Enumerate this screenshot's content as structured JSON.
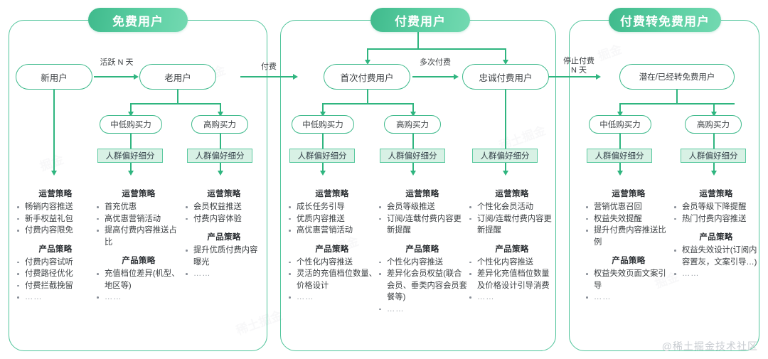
{
  "watermark": "@稀土掘金技术社区",
  "bg_watermarks": [
    "掘金",
    "稀土掘金",
    "掘金",
    "稀土掘金",
    "掘金",
    "稀土掘金",
    "掘金"
  ],
  "edge_labels": {
    "active_n_days": "活跃 N 天",
    "pay": "付费",
    "multi_pay": "多次付费",
    "stop_pay_n_days": "停止付费\nN 天"
  },
  "segment_tag": "人群偏好细分",
  "section_titles": {
    "operations": "运营策略",
    "product": "产品策略"
  },
  "panels": [
    {
      "id": "free-users",
      "title": "免费用户",
      "nodes": {
        "new_user": "新用户",
        "old_user": "老用户",
        "mid_low_power": "中低购买力",
        "high_power": "高购买力"
      },
      "columns": [
        {
          "name": "new-user-strategy",
          "operations": [
            "畅销内容推送",
            "新手权益礼包",
            "付费内容限免"
          ],
          "product": [
            "付费内容试听",
            "付费路径优化",
            "付费拦截挽留",
            "……"
          ]
        },
        {
          "name": "mid-low-power-strategy",
          "operations": [
            "首充优惠",
            "高优惠营销活动",
            "提高付费内容推送占比"
          ],
          "product": [
            "充值档位差异(机型、地区等)",
            "……"
          ]
        },
        {
          "name": "high-power-strategy",
          "operations": [
            "会员权益推送",
            "付费内容体验"
          ],
          "product": [
            "提升优质付费内容曝光",
            "……"
          ]
        }
      ]
    },
    {
      "id": "paid-users",
      "title": "付费用户",
      "nodes": {
        "first_pay_user": "首次付费用户",
        "loyal_pay_user": "忠诚付费用户",
        "mid_low_power": "中低购买力",
        "high_power": "高购买力"
      },
      "columns": [
        {
          "name": "first-pay-mid-low-strategy",
          "operations": [
            "成长任务引导",
            "优质内容推送",
            "高优惠营销活动"
          ],
          "product": [
            "个性化内容推送",
            "灵活的充值档位数量、价格设计",
            "……"
          ]
        },
        {
          "name": "first-pay-high-strategy",
          "operations": [
            "会员等级推送",
            "订阅/连载付费内容更新提醒"
          ],
          "product": [
            "个性化内容推送",
            "差异化会员权益(联合会员、垂类内容会员套餐等)",
            "……"
          ]
        },
        {
          "name": "loyal-pay-strategy",
          "operations": [
            "个性化会员活动",
            "订阅/连载付费内容更新提醒"
          ],
          "product": [
            "个性化内容推送",
            "差异化充值档位数量及价格设计引导消费",
            "……"
          ]
        }
      ]
    },
    {
      "id": "paid-to-free-users",
      "title": "付费转免费用户",
      "nodes": {
        "potential_churn_user": "潜在/已经转免费用户",
        "mid_low_power": "中低购买力",
        "high_power": "高购买力"
      },
      "columns": [
        {
          "name": "churn-mid-low-strategy",
          "operations": [
            "营销优惠召回",
            "权益失效提醒",
            "提升付费内容推送比例"
          ],
          "product": [
            "权益失效页面文案引导",
            "……"
          ]
        },
        {
          "name": "churn-high-strategy",
          "operations": [
            "会员等级下降提醒",
            "热门付费内容推送"
          ],
          "product": [
            "权益失效设计(订阅内容置灰，文案引导…)",
            "……"
          ]
        }
      ]
    }
  ],
  "colors": {
    "accent": "#3fba8c",
    "line": "#2fb57f",
    "tag_fill": "#d8f1e5",
    "panel_border": "#4fc49a",
    "text": "#3c4043"
  }
}
